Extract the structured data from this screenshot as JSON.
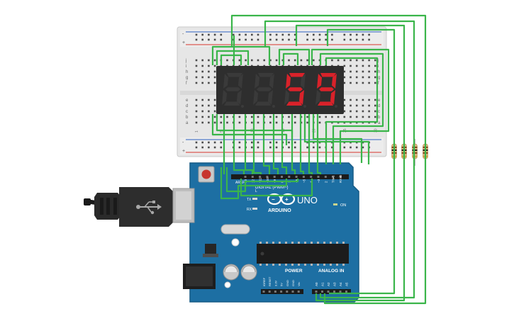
{
  "display": {
    "digits": [
      {
        "segments": [],
        "lit": false
      },
      {
        "segments": [],
        "lit": false
      },
      {
        "segments": [
          "a",
          "f",
          "g",
          "c",
          "d"
        ],
        "lit": true
      },
      {
        "segments": [
          "a",
          "b",
          "c",
          "d",
          "f",
          "g"
        ],
        "lit": true
      }
    ],
    "unlit_color": "#3a3a3a",
    "lit_color": "#d9222a"
  },
  "breadboard": {
    "row_letters_top": [
      "j",
      "i",
      "h",
      "g",
      "f"
    ],
    "row_letters_bottom": [
      "e",
      "d",
      "c",
      "b",
      "a"
    ],
    "rail_signs": [
      "-",
      "+"
    ],
    "column_numbers": [
      "1",
      "5",
      "10",
      "15",
      "20",
      "25",
      "30"
    ]
  },
  "arduino": {
    "brand": "ARDUINO",
    "model": "UNO",
    "on_label": "ON",
    "tx_label": "TX",
    "rx_label": "RX",
    "l_label": "L",
    "aref_label": "AREF",
    "gnd_label": "GND",
    "digital_label": "DIGITAL (PWM~)",
    "power_label": "POWER",
    "analog_label": "ANALOG IN",
    "digital_pins": [
      "13",
      "12",
      "~11",
      "~10",
      "~9",
      "8",
      "7",
      "~6",
      "~5",
      "4",
      "~3",
      "2",
      "TX▸1",
      "RX◂0"
    ],
    "power_pins": [
      "IOREF",
      "RESET",
      "3.3V",
      "5V",
      "GND",
      "GND",
      "Vin"
    ],
    "analog_pins": [
      "A0",
      "A1",
      "A2",
      "A3",
      "A4",
      "A5"
    ]
  },
  "colors": {
    "board_blue": "#1d6fa3",
    "breadboard": "#e8e8e8",
    "wire_green": "#3ab54a",
    "resistor_body": "#d9b27a"
  },
  "resistor_count": 4
}
